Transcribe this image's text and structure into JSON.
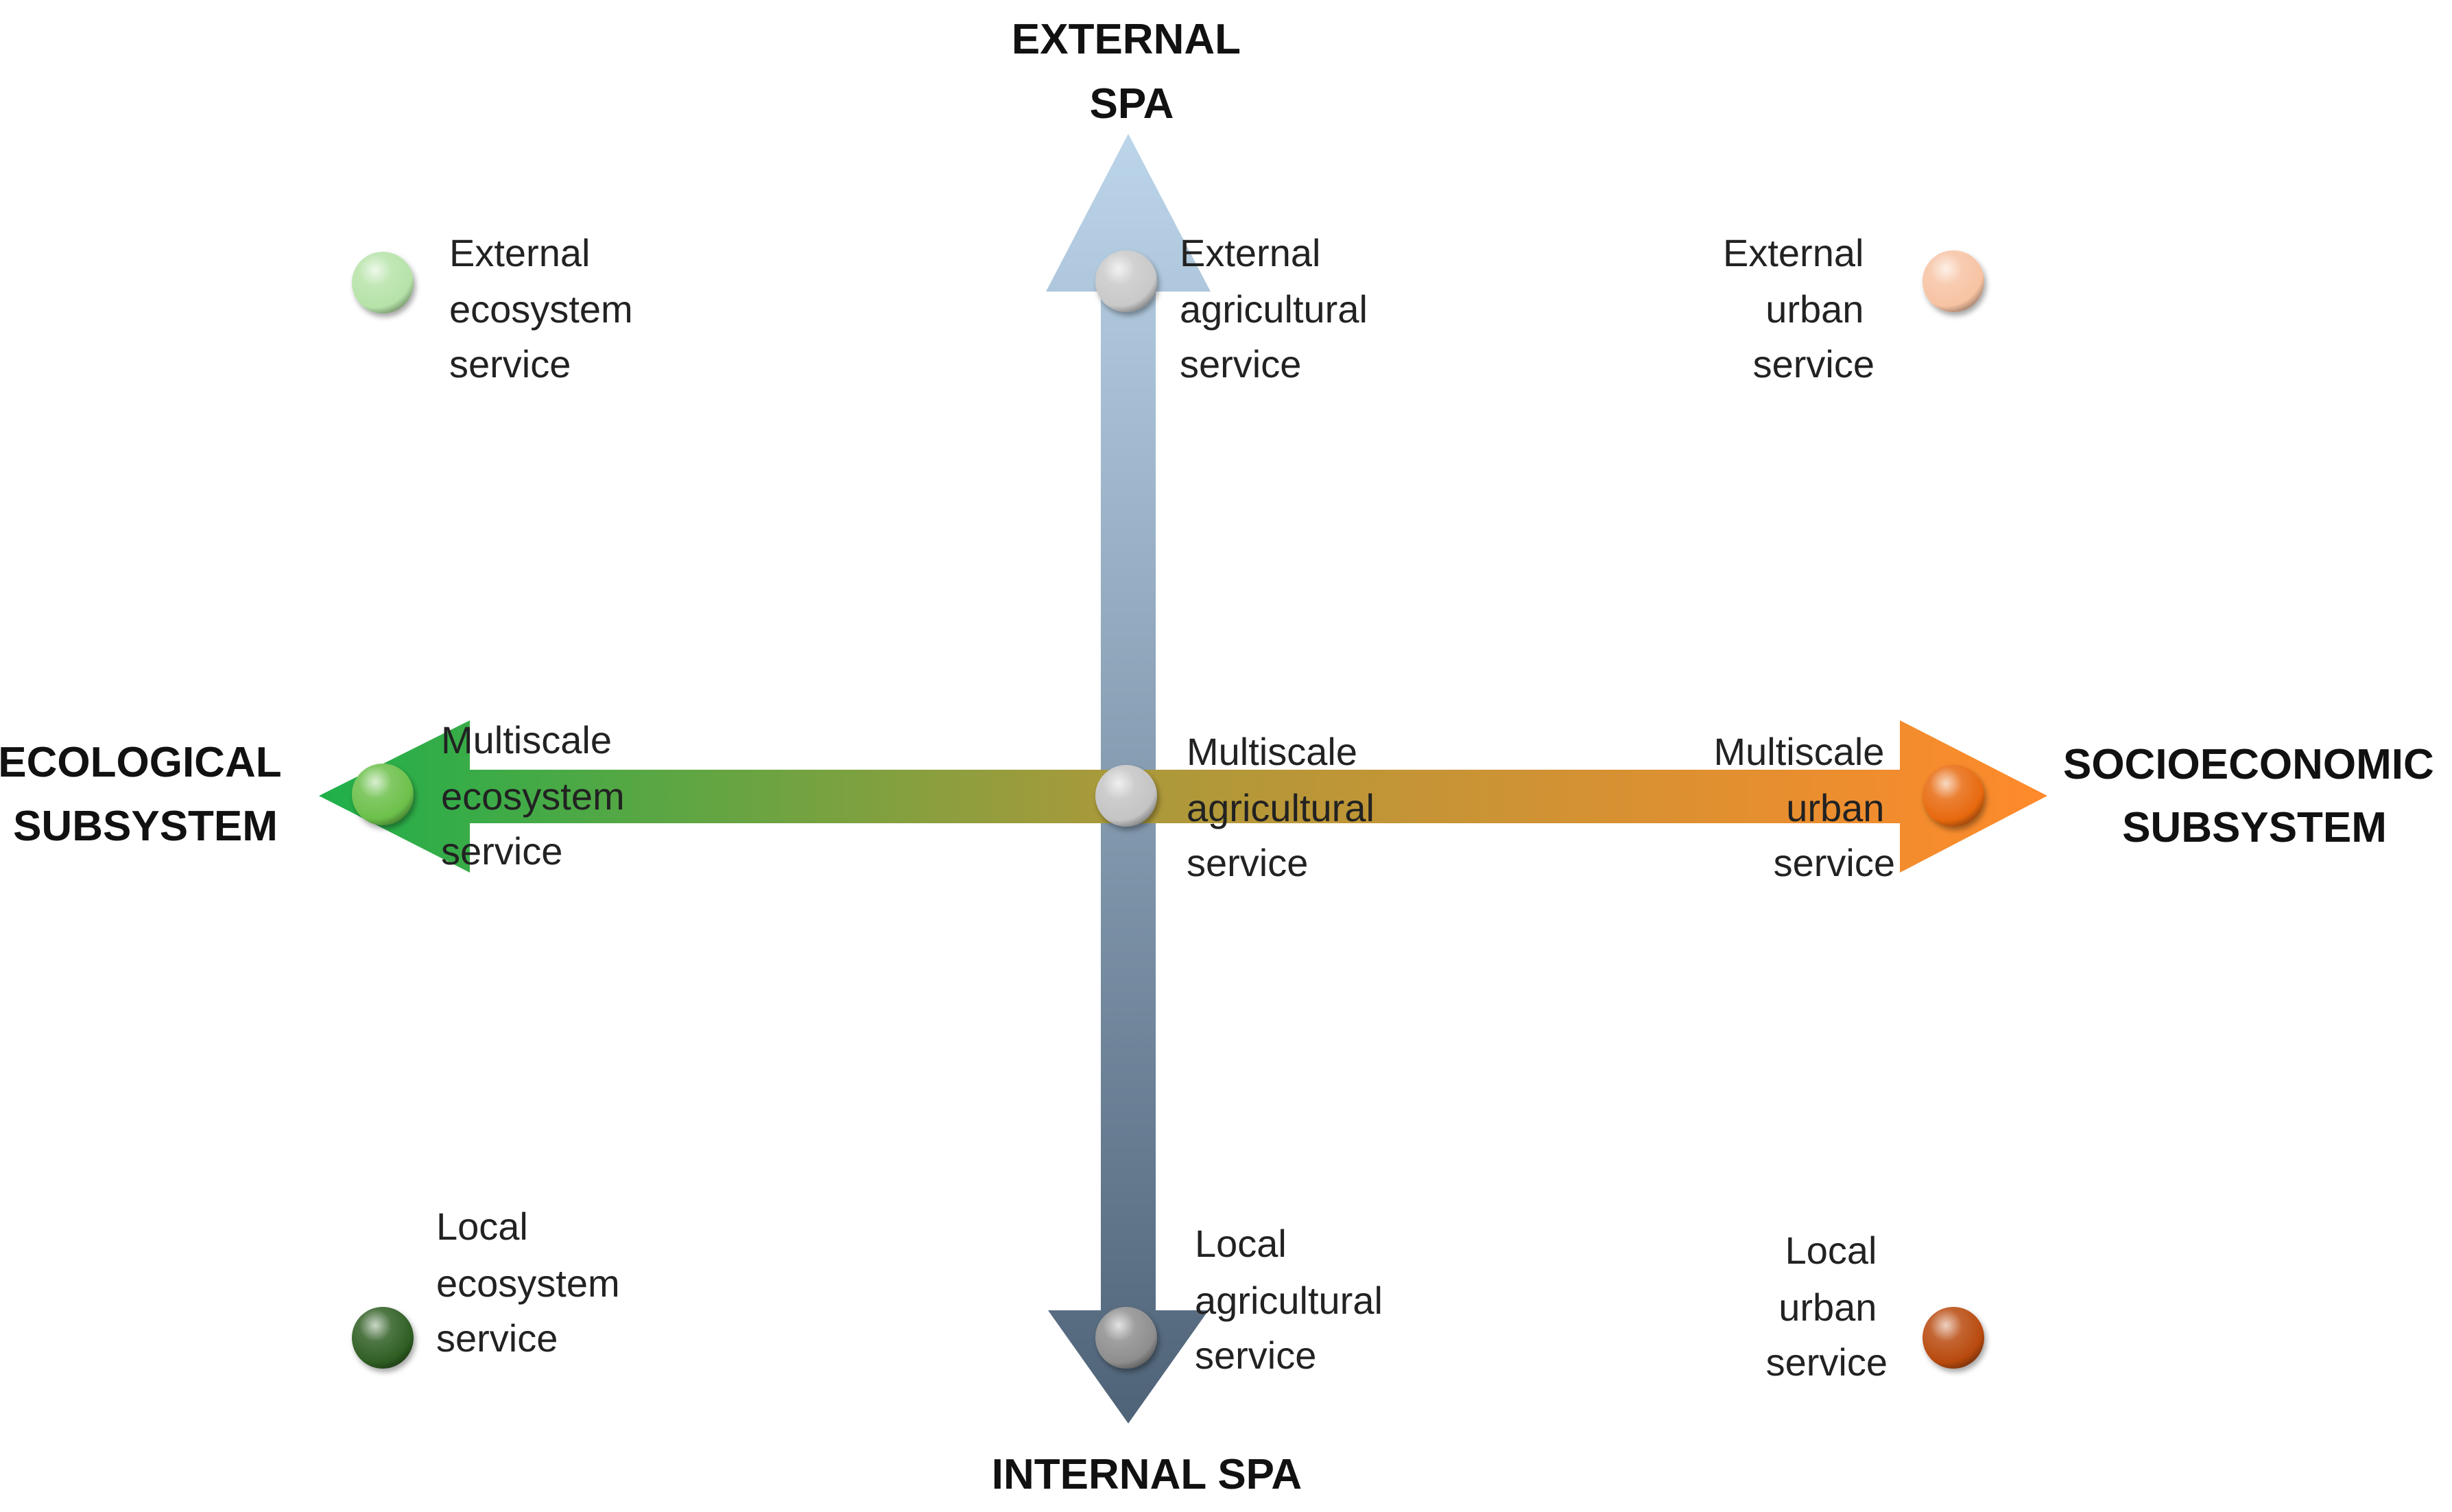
{
  "axes": {
    "top": [
      "EXTERNAL",
      "SPA"
    ],
    "bottom": "INTERNAL SPA",
    "left": [
      "ECOLOGICAL",
      "SUBSYSTEM"
    ],
    "right": [
      "SOCIOECONOMIC",
      "SUBSYSTEM"
    ]
  },
  "nodes": {
    "external_ecosystem": {
      "lines": [
        "External",
        "ecosystem",
        "service"
      ],
      "color": "#b6e3a8"
    },
    "external_agricultural": {
      "lines": [
        "External",
        "agricultural",
        "service"
      ],
      "color": "#c9c9c9"
    },
    "external_urban": {
      "lines": [
        "External",
        "urban",
        "service"
      ],
      "color": "#f7c3a3"
    },
    "multiscale_ecosystem": {
      "lines": [
        "Multiscale",
        "ecosystem",
        "service"
      ],
      "color": "#6cc04a"
    },
    "multiscale_agricultural": {
      "lines": [
        "Multiscale",
        "agricultural",
        "service"
      ],
      "color": "#c4c4c4"
    },
    "multiscale_urban": {
      "lines": [
        "Multiscale",
        "urban",
        "service"
      ],
      "color": "#e8690f"
    },
    "local_ecosystem": {
      "lines": [
        "Local",
        "ecosystem",
        "service"
      ],
      "color": "#2f5e23"
    },
    "local_agricultural": {
      "lines": [
        "Local",
        "agricultural",
        "service"
      ],
      "color": "#8e8e8e"
    },
    "local_urban": {
      "lines": [
        "Local",
        "urban",
        "service"
      ],
      "color": "#b84a0e"
    }
  },
  "colors": {
    "vertical_top": "#bcd5ea",
    "vertical_bottom": "#4f6378",
    "horizontal_left": "#1fb04a",
    "horizontal_mid": "#a79a3b",
    "horizontal_right": "#ff8a2b"
  }
}
